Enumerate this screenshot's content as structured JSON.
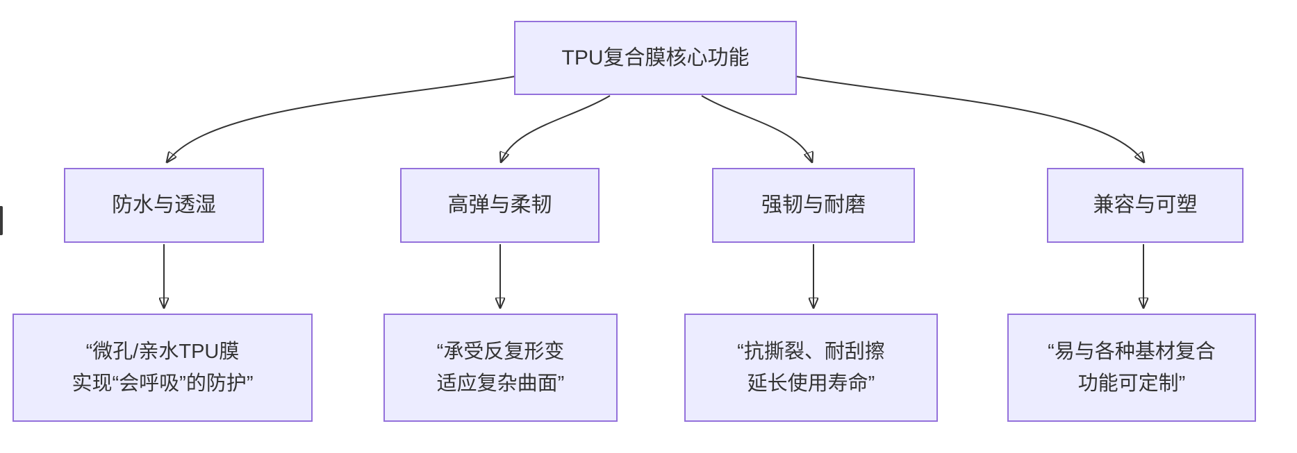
{
  "diagram": {
    "type": "flowchart-top-down",
    "root": {
      "label": "TPU复合膜核心功能"
    },
    "branches": [
      {
        "label": "防水与透湿",
        "detail": [
          "“微孔/亲水TPU膜",
          "实现“会呼吸”的防护”"
        ]
      },
      {
        "label": "高弹与柔韧",
        "detail": [
          "“承受反复形变",
          "适应复杂曲面”"
        ]
      },
      {
        "label": "强韧与耐磨",
        "detail": [
          "“抗撕裂、耐刮擦",
          "延长使用寿命”"
        ]
      },
      {
        "label": "兼容与可塑",
        "detail": [
          "“易与各种基材复合",
          "功能可定制”"
        ]
      }
    ],
    "colors": {
      "node_fill": "#ECECFF",
      "node_border": "#9370DB",
      "edge": "#333333",
      "text": "#333333",
      "background": "#ffffff"
    }
  }
}
